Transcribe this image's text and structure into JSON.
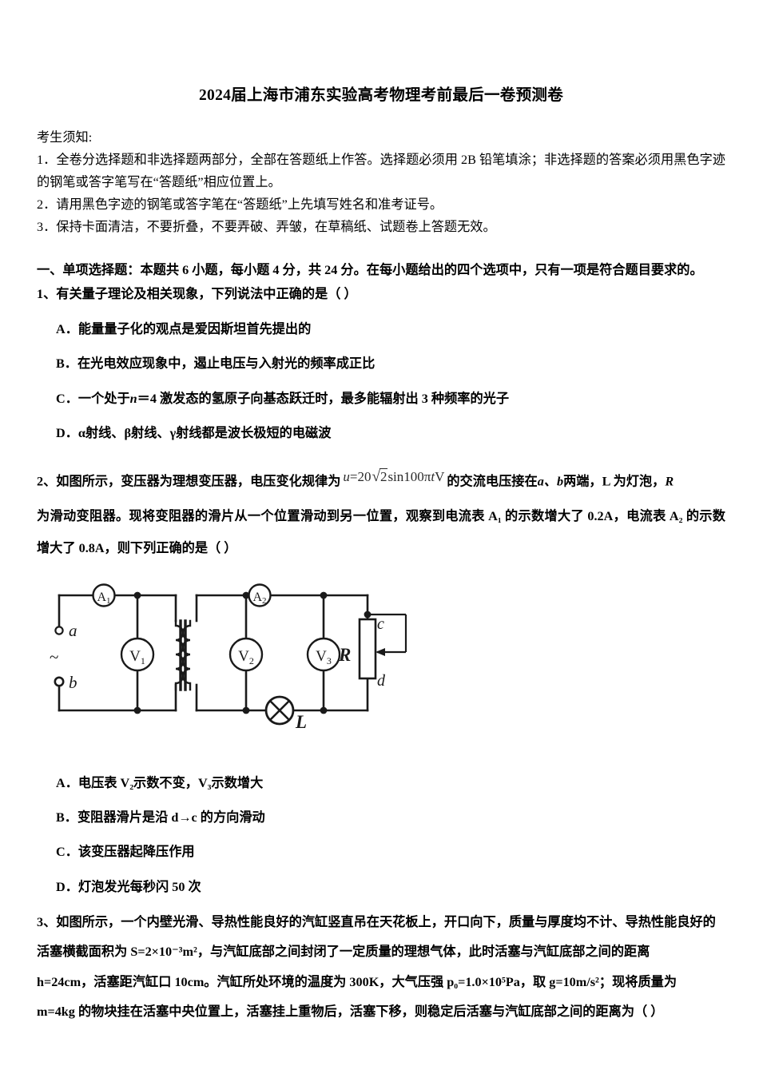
{
  "document": {
    "title": "2024届上海市浦东实验高考物理考前最后一卷预测卷"
  },
  "notice": {
    "heading": "考生须知:",
    "items": [
      "1．全卷分选择题和非选择题两部分，全部在答题纸上作答。选择题必须用 2B 铅笔填涂；非选择题的答案必须用黑色字迹的钢笔或答字笔写在“答题纸”相应位置上。",
      "2．请用黑色字迹的钢笔或答字笔在“答题纸”上先填写姓名和准考证号。",
      "3．保持卡面清洁，不要折叠，不要弄破、弄皱，在草稿纸、试题卷上答题无效。"
    ]
  },
  "section": {
    "heading": "一、单项选择题：本题共 6 小题，每小题 4 分，共 24 分。在每小题给出的四个选项中，只有一项是符合题目要求的。"
  },
  "questions": [
    {
      "number": "1、",
      "stem": "有关量子理论及相关现象，下列说法中正确的是（  ）",
      "options": [
        {
          "label": "A．",
          "text": "能量量子化的观点是爱因斯坦首先提出的"
        },
        {
          "label": "B．",
          "text": "在光电效应现象中，遏止电压与入射光的频率成正比"
        },
        {
          "label": "C．",
          "text_parts": [
            "一个处于",
            "n",
            "＝4 激发态的氢原子向基态跃迁时，最多能辐射出 3 种频率的光子"
          ]
        },
        {
          "label": "D．",
          "text": "α射线、β射线、γ射线都是波长极短的电磁波"
        }
      ]
    },
    {
      "number": "2、",
      "stem_before": "如图所示，变压器为理想变压器，电压变化规律为",
      "formula": "u = 20√2 sin100πt V",
      "formula_parts": {
        "lhs": "u",
        "eq": "=",
        "coeff": "20",
        "radicand": "2",
        "trig": "sin100π",
        "var": "t",
        "unit": "V"
      },
      "stem_after_1": "的交流电压接在",
      "stem_after_ab": "a、b",
      "stem_after_2": "两端，L 为灯泡，",
      "stem_after_R": "R",
      "stem_line2": "为滑动变阻器。现将变阻器的滑片从一个位置滑动到另一位置，观察到电流表 A₁ 的示数增大了 0.2A，电流表 A₂ 的示数增大了 0.8A，则下列正确的是（    ）",
      "options": [
        {
          "label": "A．",
          "text": "电压表 V₂示数不变，V₃示数增大"
        },
        {
          "label": "B．",
          "text": "变阻器滑片是沿 d→c 的方向滑动"
        },
        {
          "label": "C．",
          "text": "该变压器起降压作用"
        },
        {
          "label": "D．",
          "text": "灯泡发光每秒闪 50 次"
        }
      ],
      "figure": {
        "name": "transformer-circuit-diagram",
        "labels": {
          "terminal_a": "a",
          "terminal_b": "b",
          "ac_source": "~",
          "ammeter_1": "A",
          "ammeter_1_sub": "1",
          "ammeter_2": "A",
          "ammeter_2_sub": "2",
          "voltmeter_1": "V",
          "voltmeter_1_sub": "1",
          "voltmeter_2": "V",
          "voltmeter_2_sub": "2",
          "voltmeter_3": "V",
          "voltmeter_3_sub": "3",
          "lamp": "L",
          "rheostat": "R",
          "rheostat_top": "c",
          "rheostat_bottom": "d"
        }
      }
    },
    {
      "number": "3、",
      "lines": [
        "如图所示，一个内壁光滑、导热性能良好的汽缸竖直吊在天花板上，开口向下，质量与厚度均不计、导热性能良好的",
        "活塞横截面积为 S=2×10⁻³m²，与汽缸底部之间封闭了一定质量的理想气体，此时活塞与汽缸底部之间的距离",
        "h=24cm，活塞距汽缸口 10cm。汽缸所处环境的温度为 300K，大气压强 p₀=1.0×10⁵Pa，取 g=10m/s²；现将质量为",
        "m=4kg 的物块挂在活塞中央位置上，活塞挂上重物后，活塞下移，则稳定后活塞与汽缸底部之间的距离为（    ）"
      ],
      "values": {
        "area": "S=2×10-3m2",
        "distance_h": "h=24cm",
        "opening_distance": "10cm",
        "temperature": "300K",
        "atmospheric_pressure": "p0=1.0×105Pa",
        "gravity": "g=10m/s2",
        "mass": "m=4kg"
      }
    }
  ],
  "colors": {
    "page_background": "#ffffff",
    "text": "#000000",
    "figure_stroke": "#1a1a1a",
    "formula_text": "#2a2a2a"
  }
}
